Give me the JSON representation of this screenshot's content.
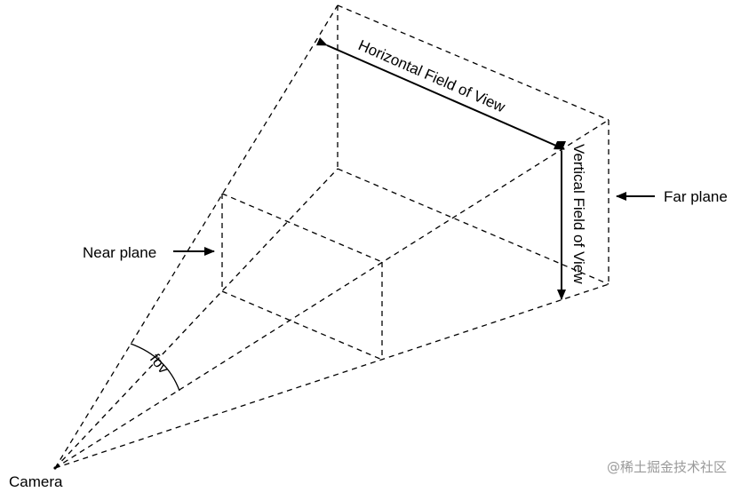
{
  "labels": {
    "camera": "Camera",
    "near_plane": "Near plane",
    "far_plane": "Far plane",
    "fov": "fov",
    "horizontal_fov": "Horizontal Field of View",
    "vertical_fov": "Vertical Field of View"
  },
  "watermark": "@稀土掘金技术社区"
}
